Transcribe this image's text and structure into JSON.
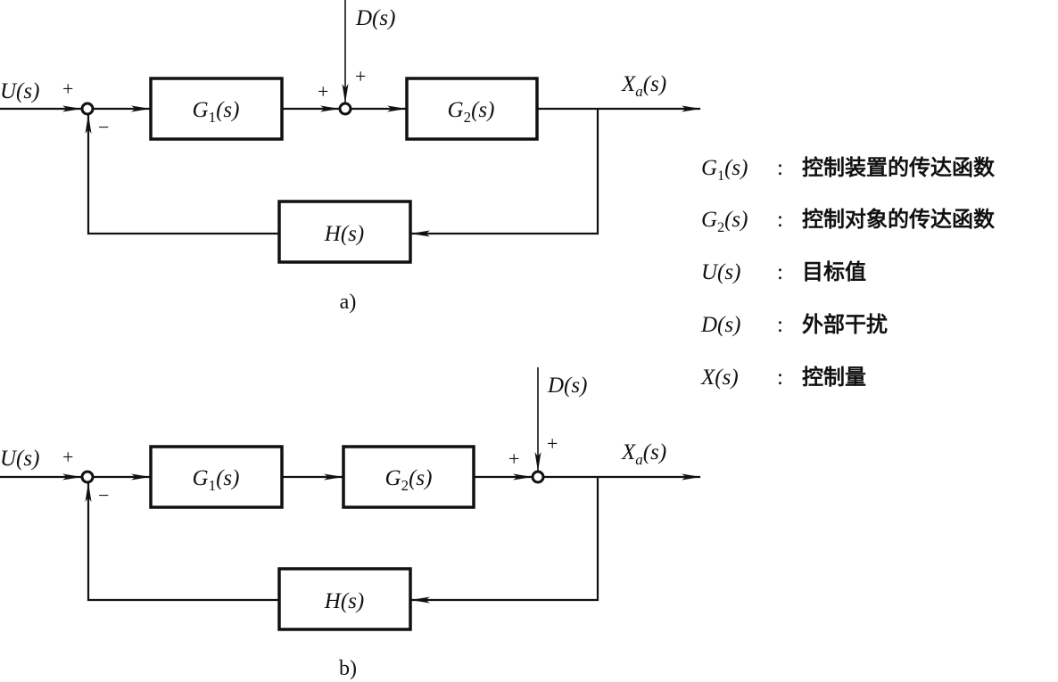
{
  "diagrams": [
    {
      "id": "a",
      "caption": "a)",
      "input_label": "U(s)",
      "disturbance_label": "D(s)",
      "output_label_main": "X",
      "output_label_sub": "a",
      "output_label_tail": "(s)",
      "blocks": [
        {
          "main": "G",
          "sub": "1",
          "tail": "(s)"
        },
        {
          "main": "G",
          "sub": "2",
          "tail": "(s)"
        },
        {
          "main": "H(s)",
          "sub": "",
          "tail": ""
        }
      ],
      "signs": {
        "sum1_in": "+",
        "sum1_fb": "−",
        "sum2_in": "+",
        "sum2_dist": "+"
      }
    },
    {
      "id": "b",
      "caption": "b)",
      "input_label": "U(s)",
      "disturbance_label": "D(s)",
      "output_label_main": "X",
      "output_label_sub": "a",
      "output_label_tail": "(s)",
      "blocks": [
        {
          "main": "G",
          "sub": "1",
          "tail": "(s)"
        },
        {
          "main": "G",
          "sub": "2",
          "tail": "(s)"
        },
        {
          "main": "H(s)",
          "sub": "",
          "tail": ""
        }
      ],
      "signs": {
        "sum1_in": "+",
        "sum1_fb": "−",
        "sum2_in": "+",
        "sum2_dist": "+"
      }
    }
  ],
  "legend": [
    {
      "sym_main": "G",
      "sym_sub": "1",
      "sym_tail": "(s)",
      "colon": ":",
      "desc": "控制装置的传达函数"
    },
    {
      "sym_main": "G",
      "sym_sub": "2",
      "sym_tail": "(s)",
      "colon": ":",
      "desc": "控制对象的传达函数"
    },
    {
      "sym_main": "U(s)",
      "sym_sub": "",
      "sym_tail": "",
      "colon": ":",
      "desc": "目标值"
    },
    {
      "sym_main": "D(s)",
      "sym_sub": "",
      "sym_tail": "",
      "colon": ":",
      "desc": "外部干扰"
    },
    {
      "sym_main": "X(s)",
      "sym_sub": "",
      "sym_tail": "",
      "colon": ":",
      "desc": "控制量"
    }
  ]
}
